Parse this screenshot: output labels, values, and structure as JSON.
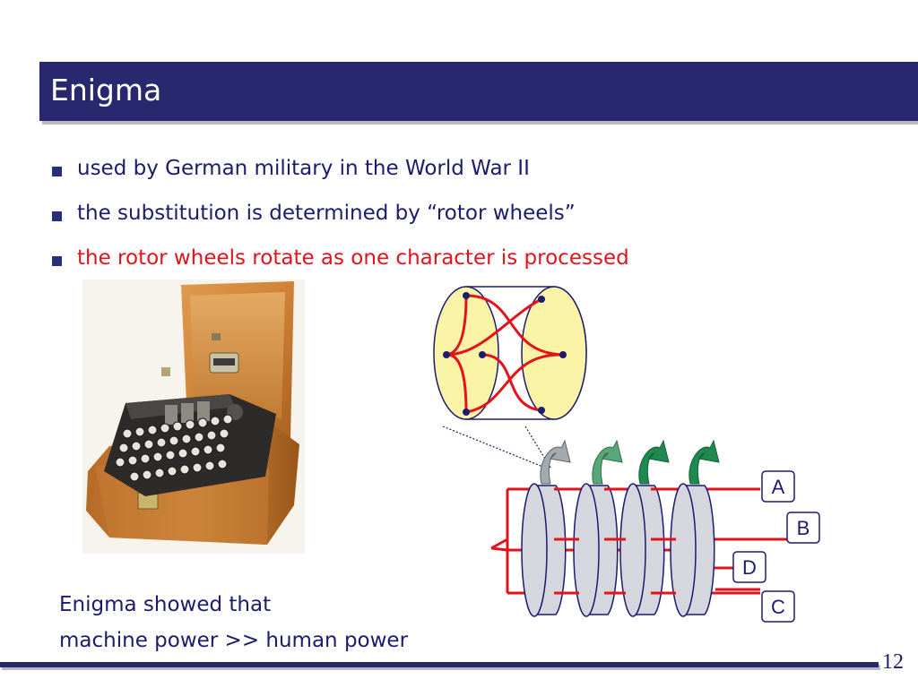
{
  "slide": {
    "title": "Enigma",
    "page_number": "12",
    "bullets": [
      {
        "text": "used by German military in the World War II",
        "color": "#1b1c6e"
      },
      {
        "text": "the substitution is determined by “rotor wheels”",
        "color": "#1b1c6e"
      },
      {
        "text": "the rotor wheels rotate as one character is processed",
        "color": "#e2131b"
      }
    ],
    "caption": {
      "line1": "Enigma showed that",
      "line2": "machine power >> human power"
    },
    "diagram": {
      "labels": [
        "A",
        "B",
        "D",
        "C"
      ]
    }
  },
  "colors": {
    "title_bar": "#27286e",
    "text": "#1b1c6e",
    "highlight": "#e2131b",
    "wire": "#e2131b",
    "disk_face": "#fbf4a7",
    "rotor_body": "#d6d6de",
    "arrow_green": "#1f8a50",
    "arrow_grey": "#a3abb0"
  }
}
